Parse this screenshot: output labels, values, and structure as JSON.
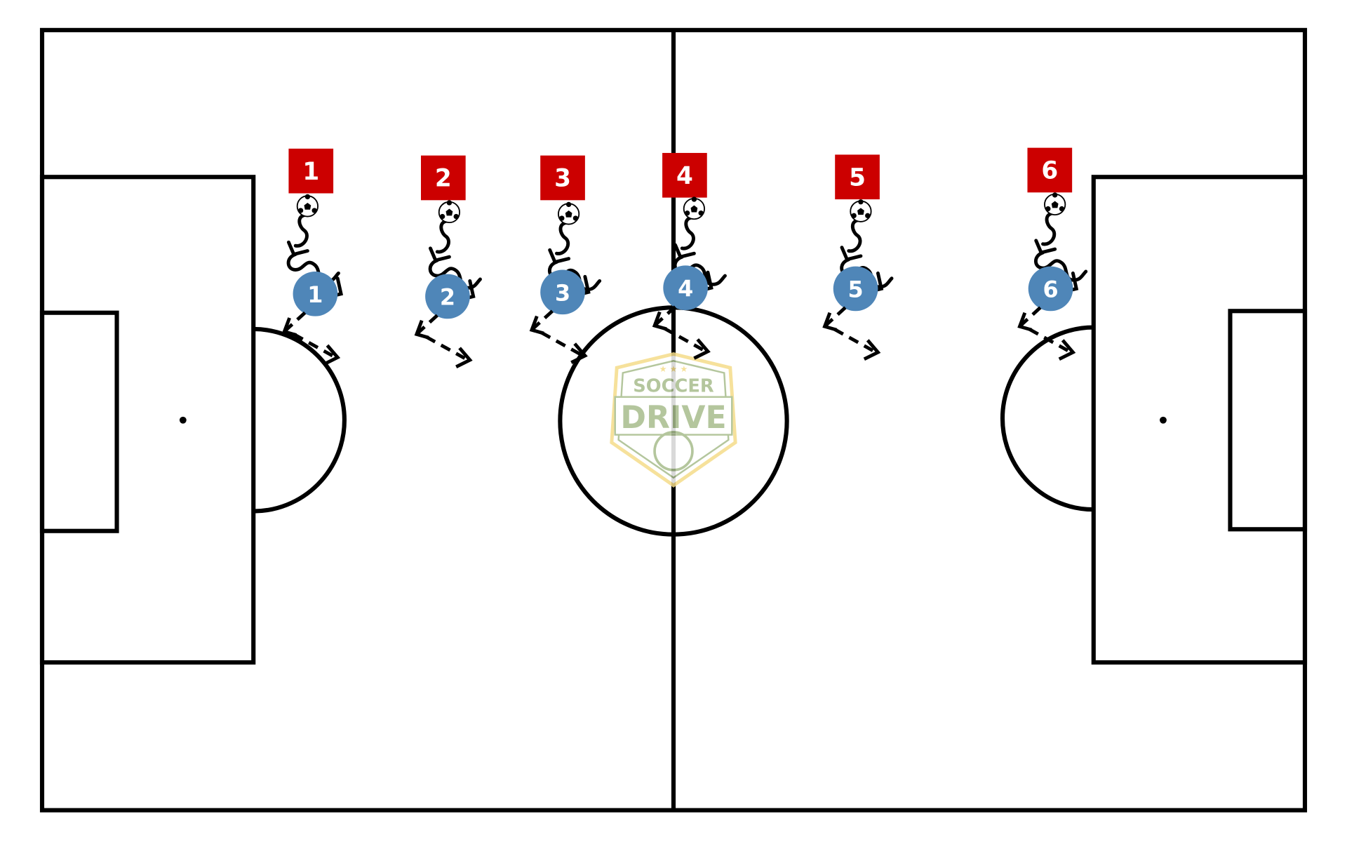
{
  "title": "Soccer drill diagram",
  "logo": {
    "line1": "SOCCER",
    "line2": "DRIVE"
  },
  "colors": {
    "line": "#000000",
    "cone_box": "#cc0000",
    "player": "#4f86b8",
    "logo_green": "#a7bd8c",
    "logo_gold": "#f5dc8a"
  },
  "stations": [
    {
      "label": "1",
      "player": "1"
    },
    {
      "label": "2",
      "player": "2"
    },
    {
      "label": "3",
      "player": "3"
    },
    {
      "label": "4",
      "player": "4"
    },
    {
      "label": "5",
      "player": "5"
    },
    {
      "label": "6",
      "player": "6"
    }
  ]
}
